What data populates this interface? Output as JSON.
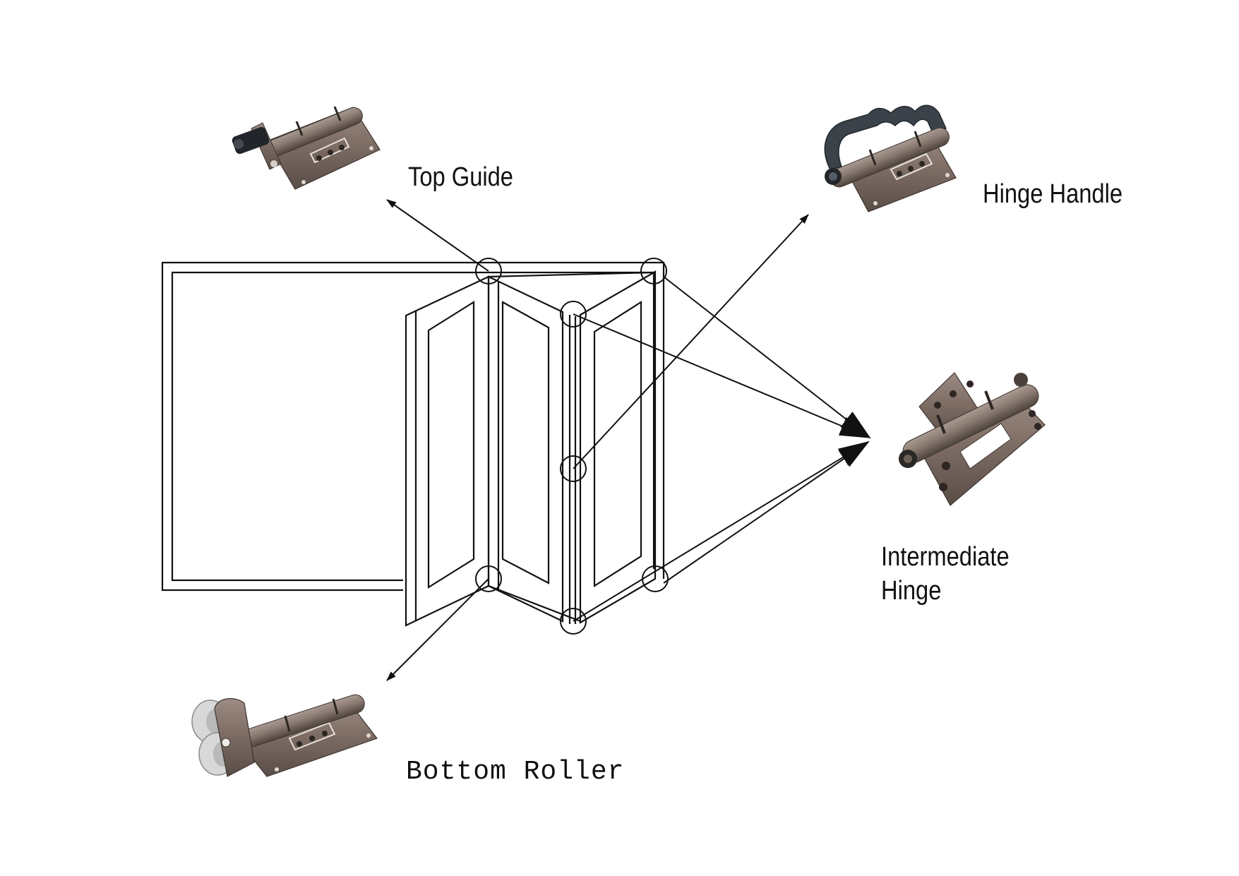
{
  "labels": {
    "top_guide": "Top Guide",
    "hinge_handle": "Hinge Handle",
    "intermediate_hinge_line1": "Intermediate",
    "intermediate_hinge_line2": "Hinge",
    "bottom_roller": "Bottom Roller"
  },
  "colors": {
    "line": "#111111",
    "hardware": "#7a6a62",
    "hardware_dark": "#4e433d",
    "handle": "#3b4249",
    "roller": "#d8d8d8"
  }
}
